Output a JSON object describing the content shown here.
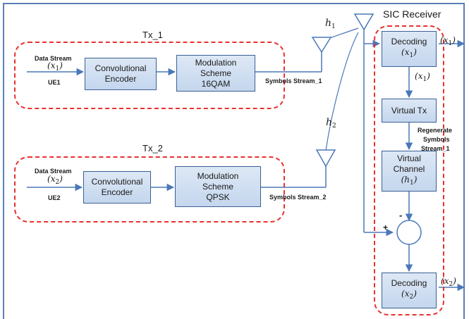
{
  "title": "SIC Receiver",
  "tx1": {
    "group_label": "Tx_1",
    "input_label": "Data Stream",
    "input_symbol": "x",
    "input_sub": "1",
    "user": "UE1",
    "encoder": [
      "Convolutional",
      "Encoder"
    ],
    "modulation": [
      "Modulation",
      "Scheme",
      "16QAM"
    ],
    "stream": "Symbols Stream_1",
    "channel": "h",
    "channel_sub": "1"
  },
  "tx2": {
    "group_label": "Tx_2",
    "input_label": "Data Stream",
    "input_symbol": "x",
    "input_sub": "2",
    "user": "UE2",
    "encoder": [
      "Convolutional",
      "Encoder"
    ],
    "modulation": [
      "Modulation",
      "Scheme",
      "QPSK"
    ],
    "stream": "Symbols Stream_2",
    "channel": "h",
    "channel_sub": "2"
  },
  "receiver": {
    "decoding1": "Decoding",
    "decoding1_sym": "x",
    "decoding1_sub": "1",
    "out1_sym": "x",
    "out1_sub": "1",
    "mid_sym": "x",
    "mid_sub": "1",
    "virtual_tx": "Virtual Tx",
    "regen": [
      "Regenerate",
      "Symbols",
      "Stream_1"
    ],
    "virtual_channel": [
      "Virtual",
      "Channel"
    ],
    "vc_sym": "h",
    "vc_sub": "1",
    "minus": "-",
    "plus": "+",
    "decoding2": "Decoding",
    "decoding2_sym": "x",
    "decoding2_sub": "2",
    "out2_sym": "x",
    "out2_sub": "2"
  },
  "colors": {
    "box_border": "#3a5f94",
    "box_fill": "#c4d6ee",
    "wire": "#4a78b8",
    "dashed": "#e8312f"
  }
}
